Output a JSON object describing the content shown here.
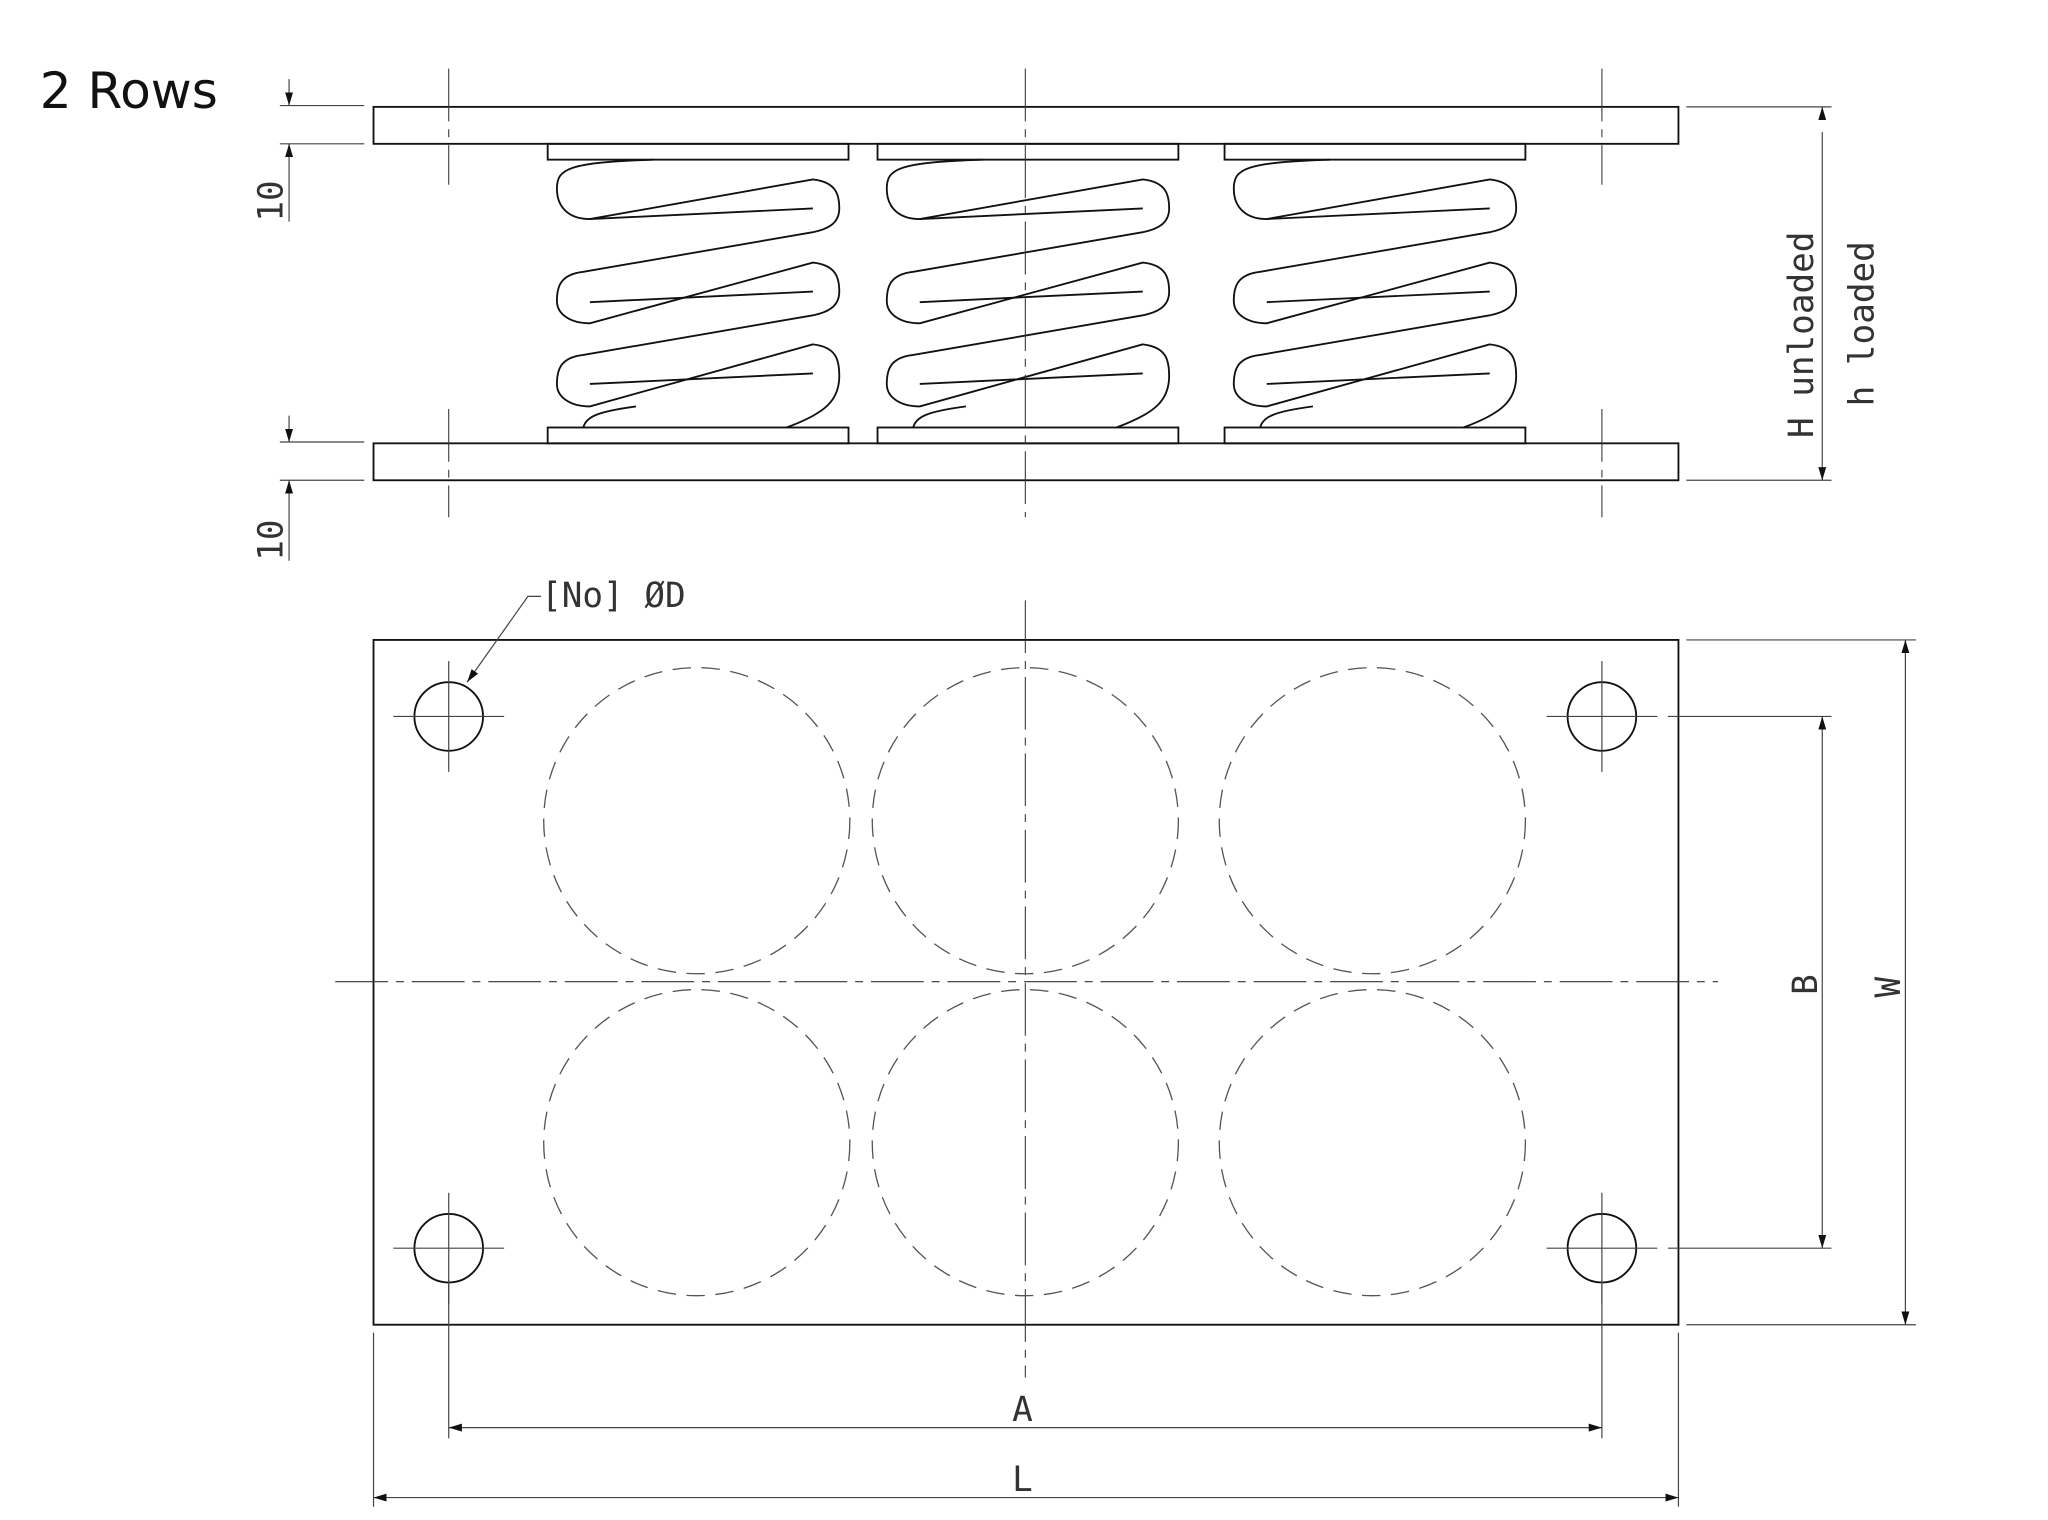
{
  "title": "2 Rows",
  "dimensions": {
    "top_plate_thickness": "10",
    "bottom_plate_thickness": "10",
    "H": "H unloaded",
    "h": "h loaded",
    "hole_callout": "[No] ØD",
    "A": "A",
    "L": "L",
    "B": "B",
    "W": "W"
  },
  "layout_info": {
    "spring_columns": 3,
    "spring_rows": 2,
    "mount_holes": 4
  }
}
